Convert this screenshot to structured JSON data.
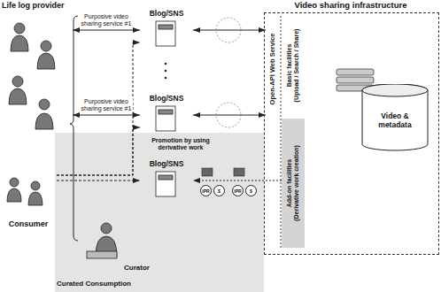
{
  "diagram": {
    "nodes": [
      {
        "text": [
          "Life log provider"
        ]
      },
      {
        "text": [
          "Blog/SNS"
        ]
      },
      {
        "text": [
          "Blog/SNS"
        ]
      },
      {
        "text": [
          "Video sharing infrastructure"
        ]
      },
      {
        "text": [
          "Open-API Web Service"
        ],
        "in": 3
      },
      {
        "text": [
          "Basic facilities",
          "(Upload / Search / Share)"
        ],
        "in": 3
      },
      {
        "text": [
          "Video & metadata"
        ],
        "in": 3
      },
      {
        "text": [
          "Add-on facilities",
          "(Derivative work creation)"
        ],
        "in": 3
      },
      {
        "text": [
          "Consumer"
        ]
      },
      {
        "text": [
          "Blog/SNS"
        ]
      }
    ],
    "edges": [
      {
        "from": 0,
        "to": 1,
        "arrow": "both",
        "label": "Purposive video sharing service #1"
      },
      {
        "from": 0,
        "to": 2,
        "arrow": "both",
        "label": "Purposive video sharing service #1"
      },
      {
        "from": 1,
        "to": 4,
        "arrow": "both"
      },
      {
        "from": 2,
        "to": 4,
        "arrow": "both"
      },
      {
        "from": 8,
        "to": 1,
        "arrow": "to"
      },
      {
        "from": 8,
        "to": 2,
        "arrow": "to"
      },
      {
        "from": 8,
        "to": 9,
        "arrow": "to"
      },
      {
        "from": 7,
        "to": 9,
        "arrow": "to"
      }
    ],
    "labels": [
      "Promotion by using derivative work",
      "Curator",
      "Curated Consumption",
      "IPR",
      "$",
      "IPR",
      "$"
    ]
  }
}
